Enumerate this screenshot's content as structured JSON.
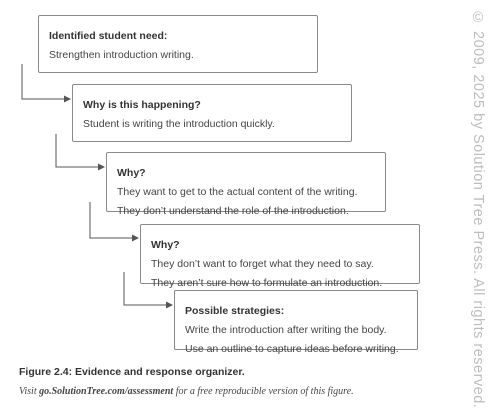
{
  "diagram": {
    "boxes": [
      {
        "title": "Identified student need:",
        "lines": [
          "Strengthen introduction writing."
        ]
      },
      {
        "title": "Why is this happening?",
        "lines": [
          "Student is writing the introduction quickly."
        ]
      },
      {
        "title": "Why?",
        "lines": [
          "They want to get to the actual content of the writing.",
          "They don’t understand the role of the introduction."
        ]
      },
      {
        "title": "Why?",
        "lines": [
          "They don’t want to forget what they need to say.",
          "They aren’t sure how to formulate an introduction."
        ]
      },
      {
        "title": "Possible strategies:",
        "lines": [
          "Write the introduction after writing the body.",
          "Use an outline to capture ideas before writing."
        ]
      }
    ]
  },
  "figure": {
    "caption": "Figure 2.4: Evidence and response organizer.",
    "note_prefix": "Visit ",
    "note_link": "go.SolutionTree.com/assessment",
    "note_suffix": " for a free reproducible version of this figure."
  },
  "copyright": "© 2009, 2025 by Solution Tree Press. All rights reserved.",
  "colors": {
    "border": "#8a8a8a",
    "text": "#3a3a3a",
    "watermark": "#bdbdbd"
  }
}
